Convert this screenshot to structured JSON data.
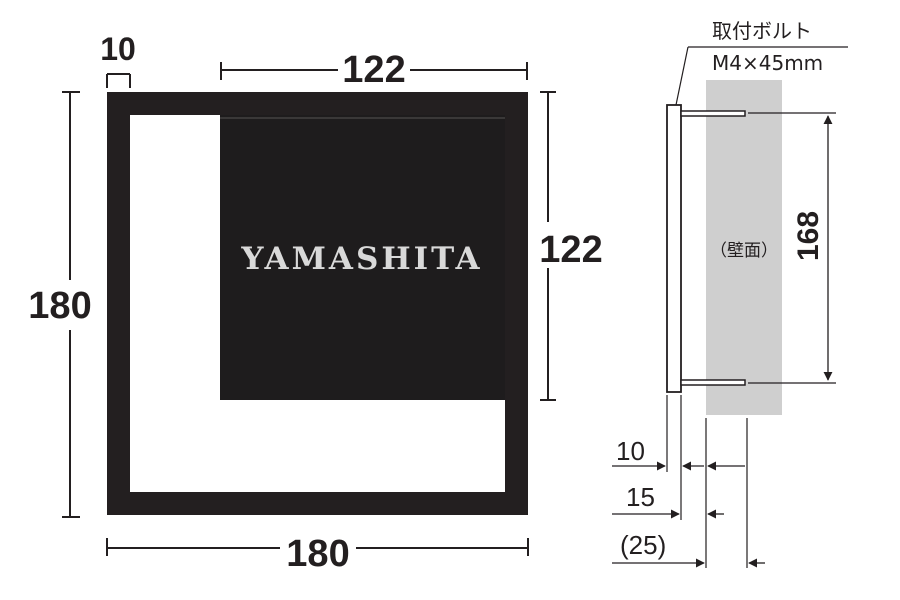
{
  "front_view": {
    "nameplate_text": "YAMASHITA",
    "dim_frame_thickness": "10",
    "dim_plate_width": "122",
    "dim_plate_height": "122",
    "dim_total_height": "180",
    "dim_total_width": "180"
  },
  "side_view": {
    "bolt_label_line1": "取付ボルト",
    "bolt_label_line2": "M4×45mm",
    "wall_label": "（壁面）",
    "dim_bolt_spacing": "168",
    "dim_10": "10",
    "dim_15": "15",
    "dim_25": "(25)"
  },
  "colors": {
    "frame": "#231f20",
    "plate": "#1e1c1d",
    "wall": "#cfcfcf",
    "line": "#231f20",
    "nameplate_text": "#d9d9d9"
  }
}
